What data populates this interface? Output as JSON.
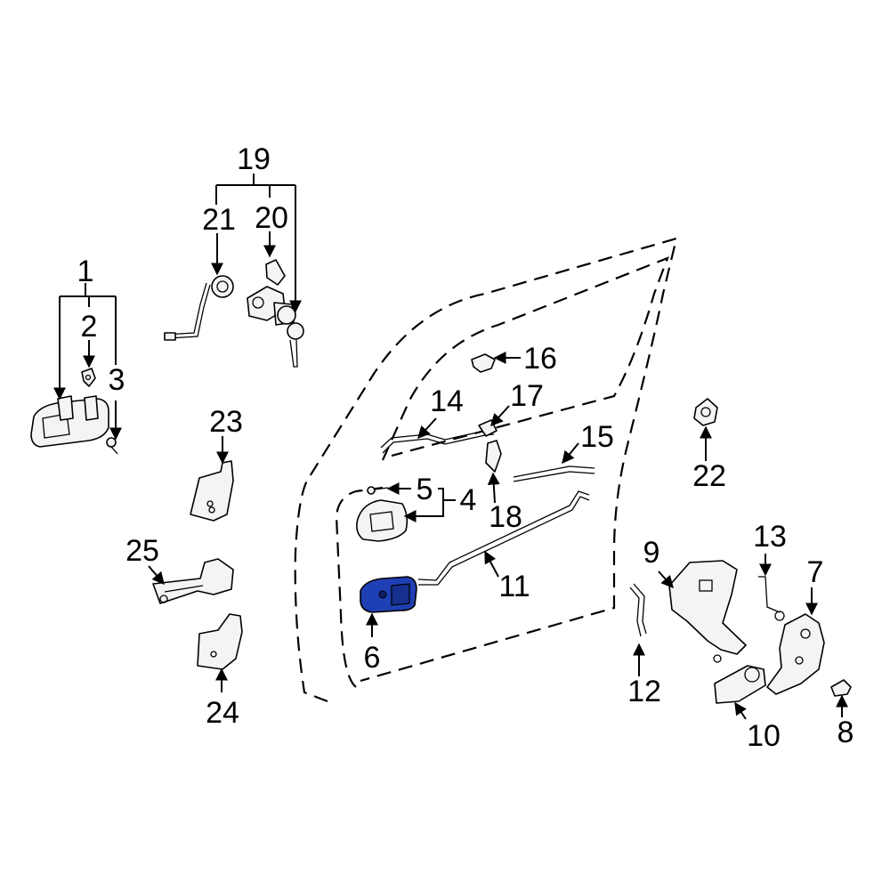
{
  "highlight_color": "#1f3fb4",
  "callouts": {
    "c1": "1",
    "c2": "2",
    "c3": "3",
    "c4": "4",
    "c5": "5",
    "c6": "6",
    "c7": "7",
    "c8": "8",
    "c9": "9",
    "c10": "10",
    "c11": "11",
    "c12": "12",
    "c13": "13",
    "c14": "14",
    "c15": "15",
    "c16": "16",
    "c17": "17",
    "c18": "18",
    "c19": "19",
    "c20": "20",
    "c21": "21",
    "c22": "22",
    "c23": "23",
    "c24": "24",
    "c25": "25"
  }
}
